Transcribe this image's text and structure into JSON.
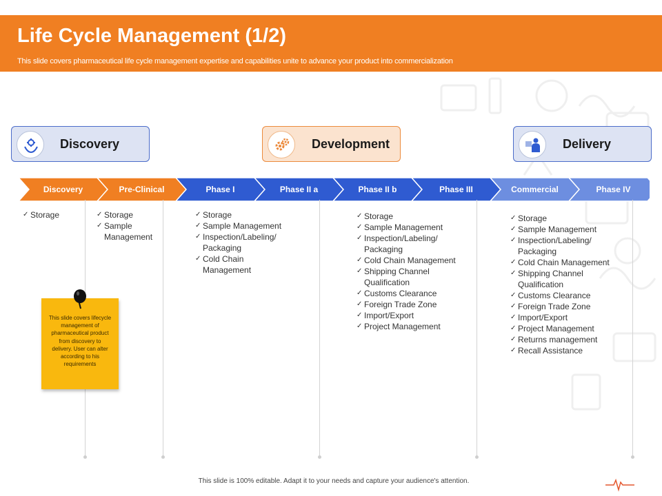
{
  "header": {
    "title": "Life Cycle Management (1/2)",
    "subtitle": "This slide covers pharmaceutical life cycle management expertise and capabilities unite to advance your product into commercialization"
  },
  "stages": [
    {
      "label": "Discovery",
      "icon": "hand-gear-icon",
      "color": "#4a6bc9"
    },
    {
      "label": "Development",
      "icon": "gears-icon",
      "color": "#ec8a3c"
    },
    {
      "label": "Delivery",
      "icon": "delivery-person-icon",
      "color": "#4a6bc9"
    }
  ],
  "phases": [
    {
      "label": "Discovery",
      "color": "#f07f22"
    },
    {
      "label": "Pre-Clinical",
      "color": "#f07f22"
    },
    {
      "label": "Phase I",
      "color": "#2f5bd1"
    },
    {
      "label": "Phase II a",
      "color": "#2f5bd1"
    },
    {
      "label": "Phase II b",
      "color": "#2f5bd1"
    },
    {
      "label": "Phase III",
      "color": "#2f5bd1"
    },
    {
      "label": "Commercial",
      "color": "#6d8ee0"
    },
    {
      "label": "Phase IV",
      "color": "#6d8ee0"
    }
  ],
  "lists": {
    "discovery": [
      "Storage"
    ],
    "preclinical": [
      "Storage",
      "Sample Management"
    ],
    "phase1": [
      "Storage",
      "Sample Management",
      "Inspection/Labeling/ Packaging",
      "Cold Chain Management"
    ],
    "phase2b": [
      "Storage",
      "Sample Management",
      "Inspection/Labeling/ Packaging",
      "Cold Chain Management",
      "Shipping Channel Qualification",
      "Customs Clearance",
      "Foreign Trade Zone",
      "Import/Export",
      "Project Management"
    ],
    "commercial": [
      "Storage",
      "Sample Management",
      "Inspection/Labeling/ Packaging",
      "Cold Chain Management",
      "Shipping Channel Qualification",
      "Customs Clearance",
      "Foreign Trade Zone",
      "Import/Export",
      "Project Management",
      "Returns management",
      "Recall Assistance"
    ]
  },
  "note": {
    "text": "This slide covers lifecycle management of pharmaceutical product from discovery to delivery. User can alter according to his requirements"
  },
  "footer": {
    "text": "This slide is 100% editable. Adapt it to your needs and capture your audience's attention."
  }
}
